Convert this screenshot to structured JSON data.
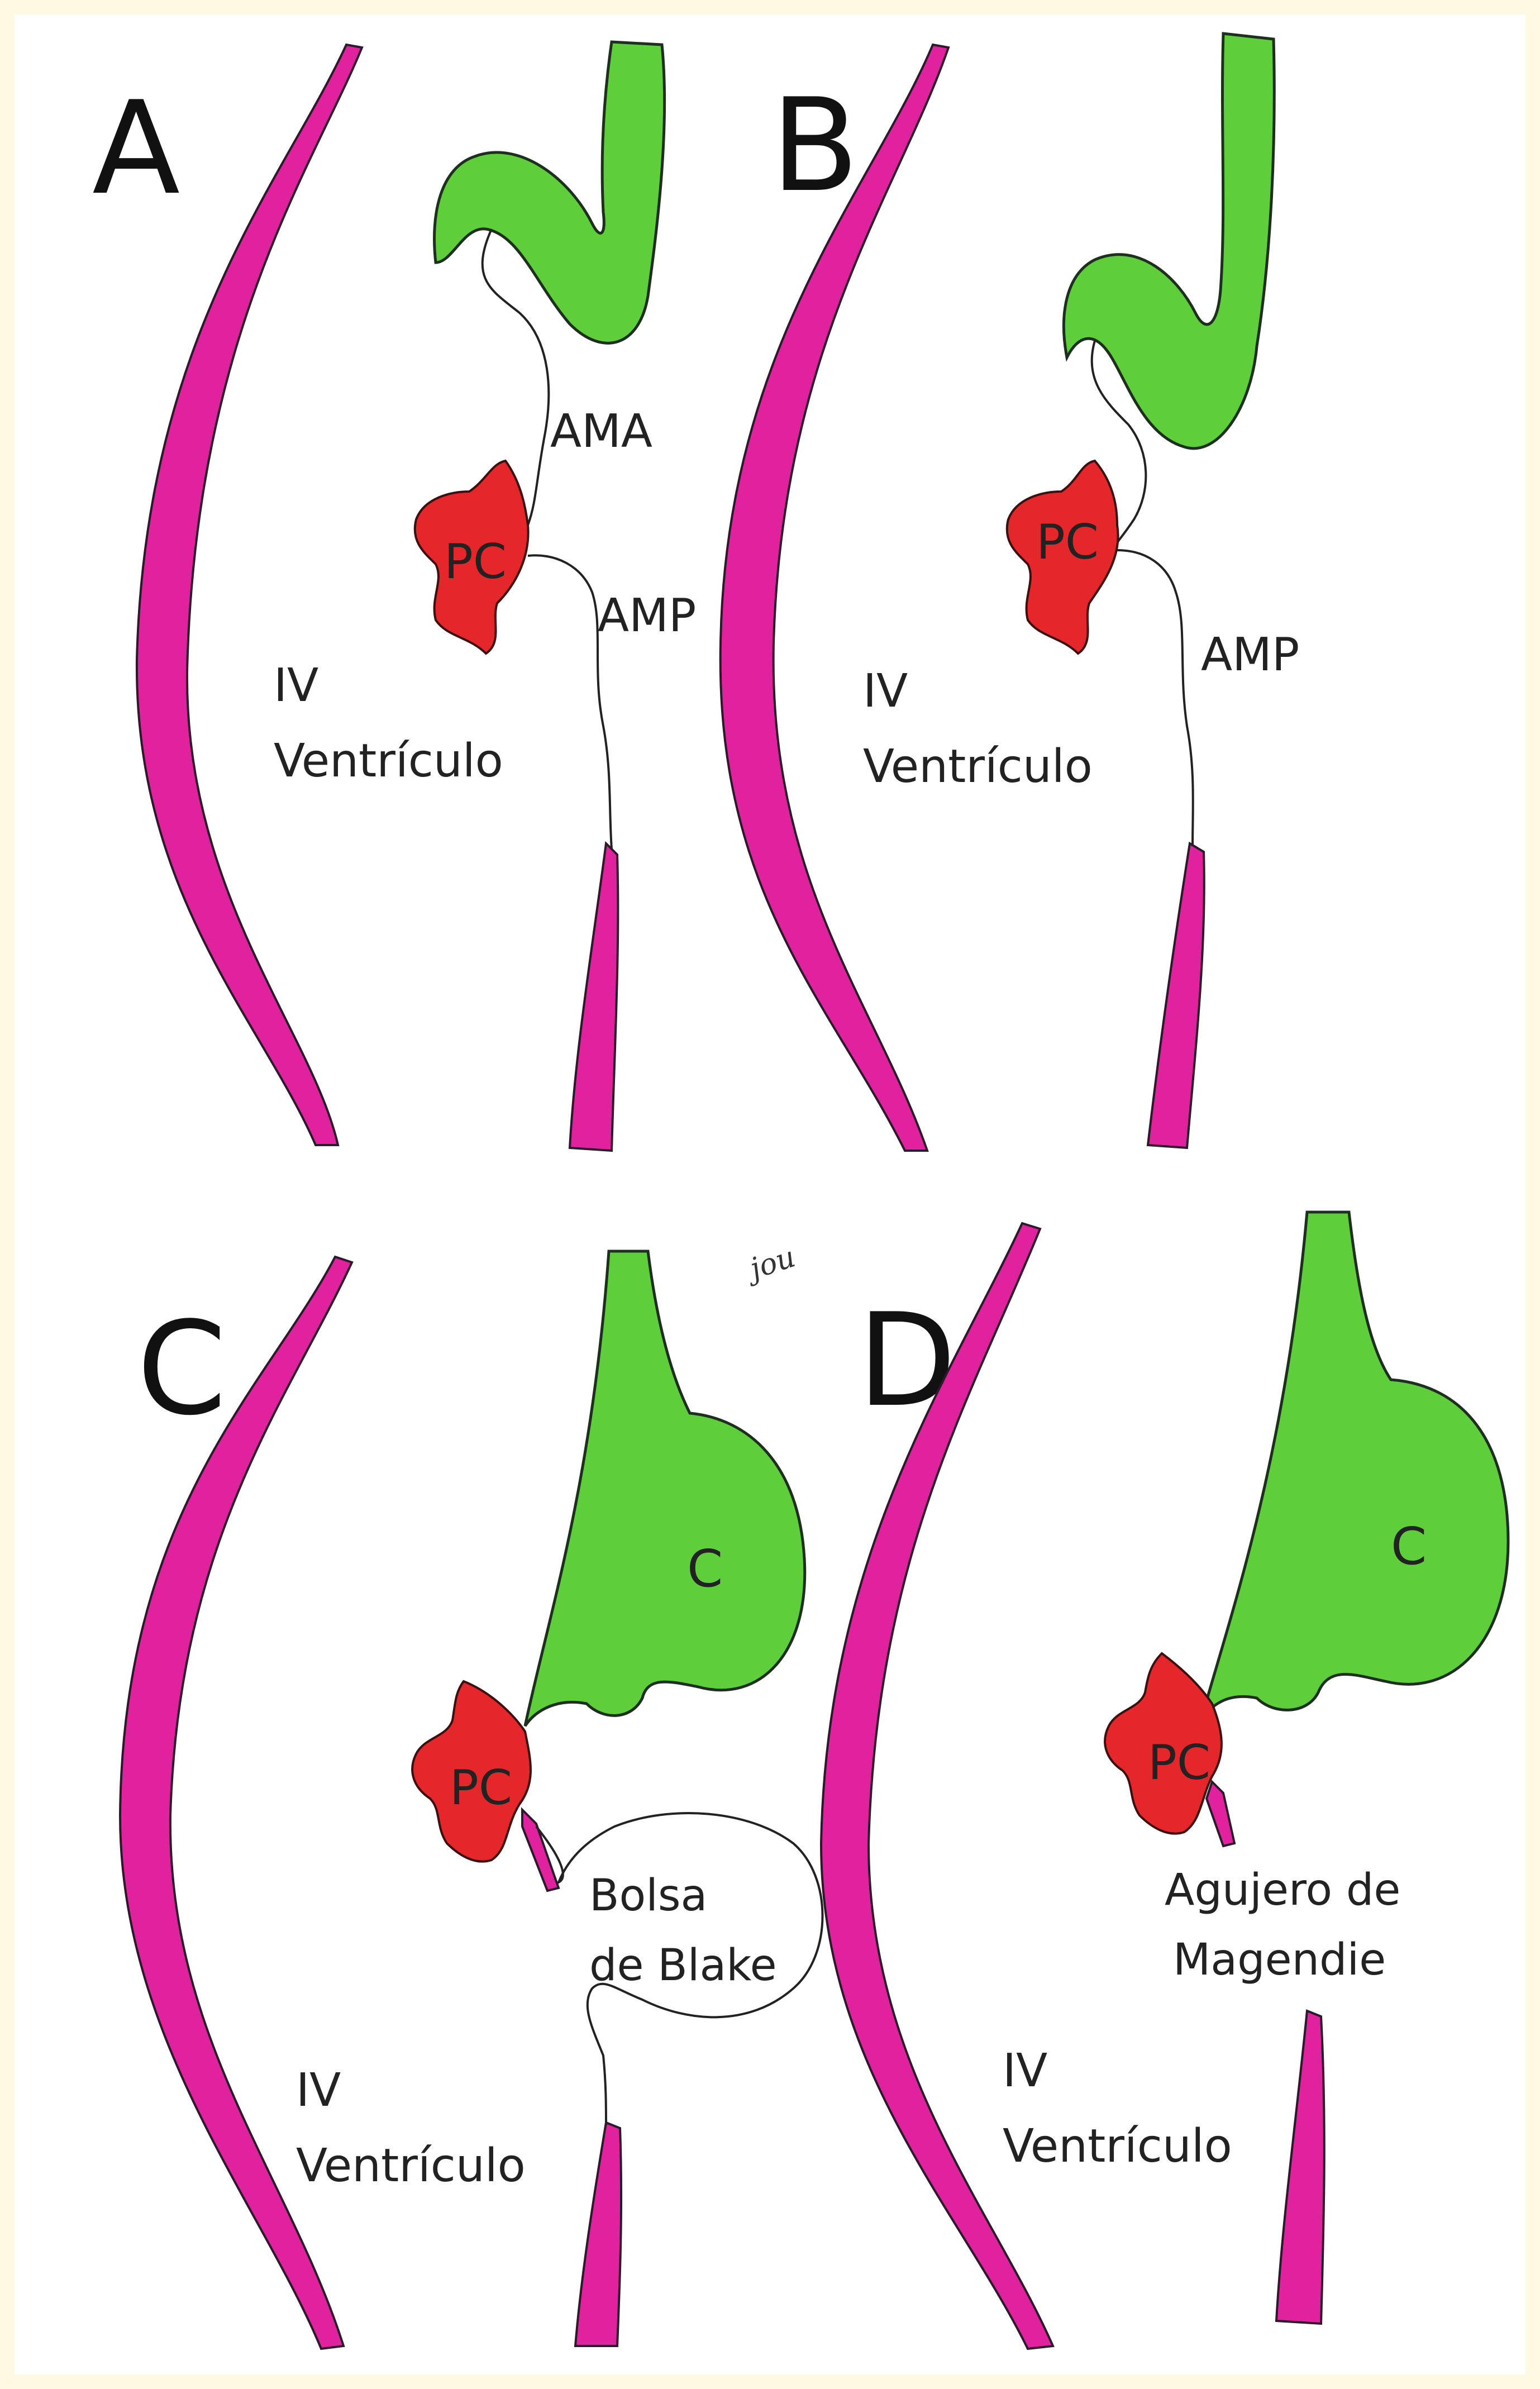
{
  "colors": {
    "brainstem": "#e0229e",
    "vermis": "#5ecf3a",
    "choroid_plexus": "#e5262a",
    "background": "#ffffff",
    "border": "#fdf9e3"
  },
  "panels": {
    "A": {
      "letter": "A",
      "choroid": "PC",
      "anterior_membrane": "AMA",
      "posterior_membrane": "AMP",
      "ventricle_line1": "IV",
      "ventricle_line2": "Ventrículo"
    },
    "B": {
      "letter": "B",
      "choroid": "PC",
      "posterior_membrane": "AMP",
      "ventricle_line1": "IV",
      "ventricle_line2": "Ventrículo"
    },
    "C": {
      "letter": "C",
      "choroid": "PC",
      "vermis": "C",
      "pouch_line1": "Bolsa",
      "pouch_line2": "de Blake",
      "ventricle_line1": "IV",
      "ventricle_line2": "Ventrículo"
    },
    "D": {
      "letter": "D",
      "choroid": "PC",
      "vermis": "C",
      "foramen_line1": "Agujero de",
      "foramen_line2": "Magendie",
      "ventricle_line1": "IV",
      "ventricle_line2": "Ventrículo"
    }
  },
  "signature": "jou"
}
